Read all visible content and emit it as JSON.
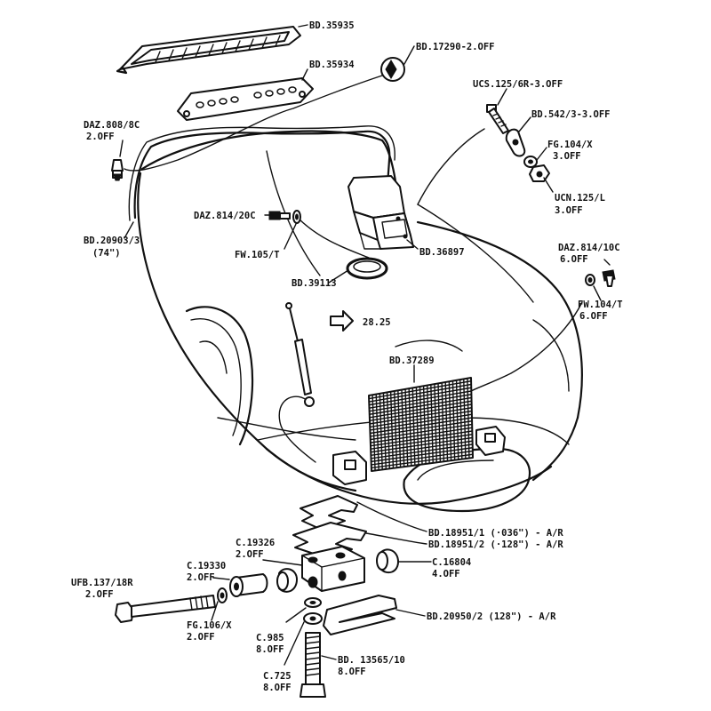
{
  "labels": {
    "bd35935": "BD.35935",
    "bd17290": "BD.17290-2.OFF",
    "bd35934": "BD.35934",
    "ucs125_a": "UCS.125/6R-3.OFF",
    "bd542": "BD.542/3-3.OFF",
    "daz808_a": "DAZ.808/8C",
    "daz808_b": "2.OFF",
    "fg104_a": "FG.104/X",
    "fg104_b": "3.OFF",
    "ucn125_a": "UCN.125/L",
    "ucn125_b": "3.OFF",
    "daz814_20": "DAZ.814/20C",
    "bd20903_a": "BD.20903/3",
    "bd20903_b": "(74\")",
    "fw105": "FW.105/T",
    "bd36897": "BD.36897",
    "daz814_10_a": "DAZ.814/10C",
    "daz814_10_b": "6.OFF",
    "bd39113": "BD.39113",
    "fw104_a": "FW.104/T",
    "fw104_b": "6.OFF",
    "ref2825": "28.25",
    "bd37289": "BD.37289",
    "bd18951_1": "BD.18951/1 (·036\") - A/R",
    "bd18951_2": "BD.18951/2 (·128\") - A/R",
    "c19326_a": "C.19326",
    "c19326_b": "2.OFF",
    "c16804_a": "C.16804",
    "c16804_b": "4.OFF",
    "c19330_a": "C.19330",
    "c19330_b": "2.OFF",
    "ufb137_a": "UFB.137/18R",
    "ufb137_b": "2.OFF",
    "fg106_a": "FG.106/X",
    "fg106_b": "2.OFF",
    "bd20950": "BD.20950/2 (128\") - A/R",
    "c985_a": "C.985",
    "c985_b": "8.OFF",
    "bd13565_a": "BD. 13565/10",
    "bd13565_b": "8.OFF",
    "c725_a": "C.725",
    "c725_b": "8.OFF"
  }
}
